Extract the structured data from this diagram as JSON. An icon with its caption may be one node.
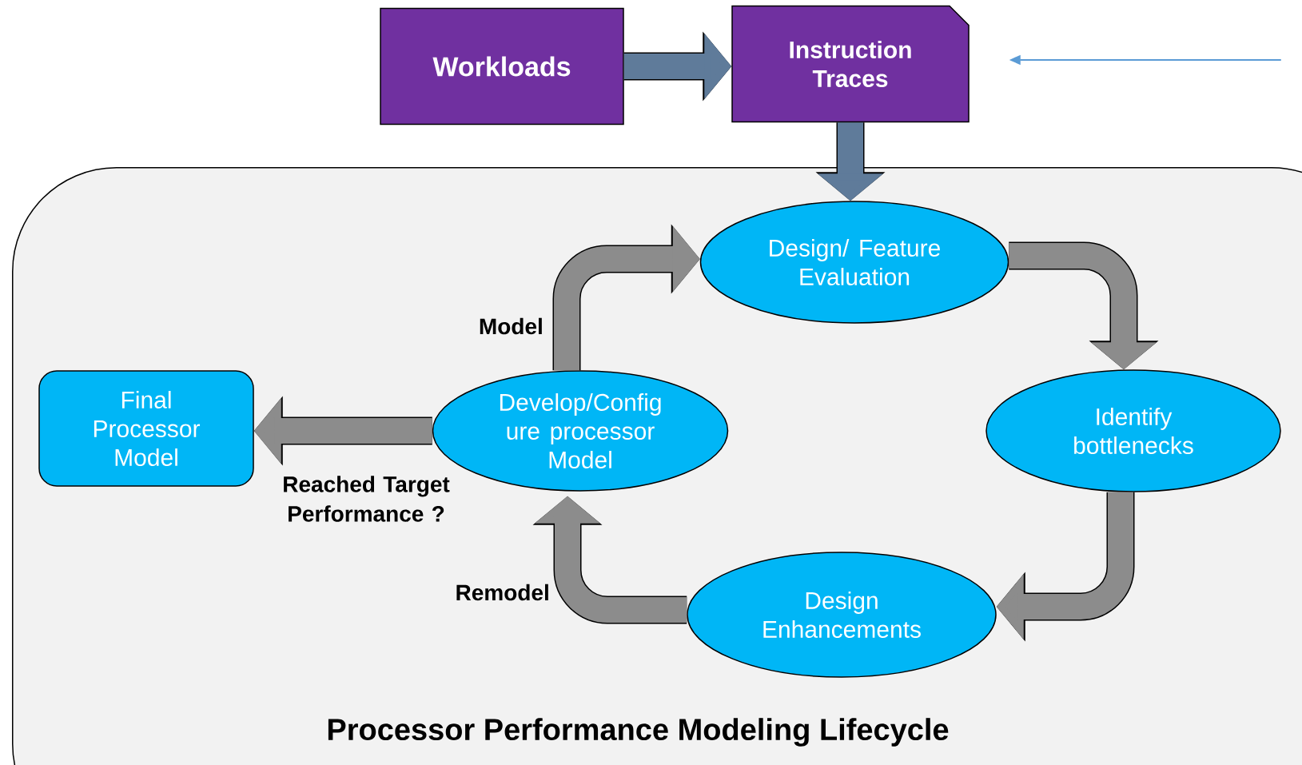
{
  "diagram": {
    "nodes": [
      {
        "text": [
          "Workloads"
        ]
      },
      {
        "text": [
          "Instruction Traces"
        ]
      },
      {
        "text": [
          "Processor Performance Modeling Lifecycle"
        ]
      },
      {
        "text": [
          "Final Processor Model"
        ],
        "in": 2
      },
      {
        "text": [
          "Design/ Feature Evaluation"
        ],
        "in": 2
      },
      {
        "text": [
          "Develop/Config ure processor Model"
        ],
        "in": 2
      },
      {
        "text": [
          "Identify bottlenecks"
        ],
        "in": 2
      },
      {
        "text": [
          "Design Enhancements"
        ],
        "in": 2
      }
    ],
    "edges": [
      {
        "from": 0,
        "to": 1,
        "arrow": "to",
        "color": "#5f7b9a"
      },
      {
        "from": 1,
        "to": 4,
        "arrow": "to",
        "color": "#5f7b9a"
      },
      {
        "from": 5,
        "to": 4,
        "arrow": "to",
        "label": "Model"
      },
      {
        "from": 4,
        "to": 6,
        "arrow": "to"
      },
      {
        "from": 6,
        "to": 7,
        "arrow": "to"
      },
      {
        "from": 7,
        "to": 5,
        "arrow": "to",
        "label": "Remodel"
      },
      {
        "from": 5,
        "to": 3,
        "arrow": "to",
        "label": "Reached Target Performance ?"
      },
      {
        "from": null,
        "to": 1,
        "arrow": "to",
        "color": "#5b9bd5"
      }
    ]
  }
}
